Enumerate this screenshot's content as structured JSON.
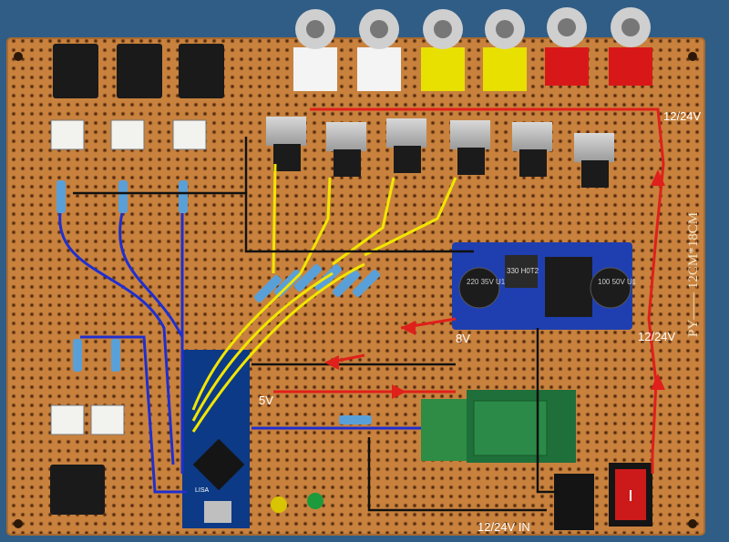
{
  "image": {
    "subject": "Perfboard circuit: Arduino Nano, Bluetooth module, MOSFET drivers, RCA outputs, buck converter"
  },
  "labels": {
    "power_top": "12/24V",
    "power_mid": "12/24V",
    "power_in": "12/24V IN",
    "v8": "8V",
    "v5": "5V",
    "board_marking": "PY—— 12CM*18CM"
  },
  "components": {
    "regulator_cap_left": "220 35V U1",
    "regulator_cap_right": "100 50V U1",
    "inductor": "330 H0T2",
    "arduino_label": "LISA"
  },
  "colors": {
    "pcb": "#c8823e",
    "background": "#2f5d86",
    "wire_yellow": "#f2e600",
    "wire_blue": "#1f2fd0",
    "wire_red": "#e0201a",
    "wire_black": "#111111",
    "rca_white": "#f4f4f4",
    "rca_yellow": "#e8e000",
    "rca_red": "#d81818"
  }
}
